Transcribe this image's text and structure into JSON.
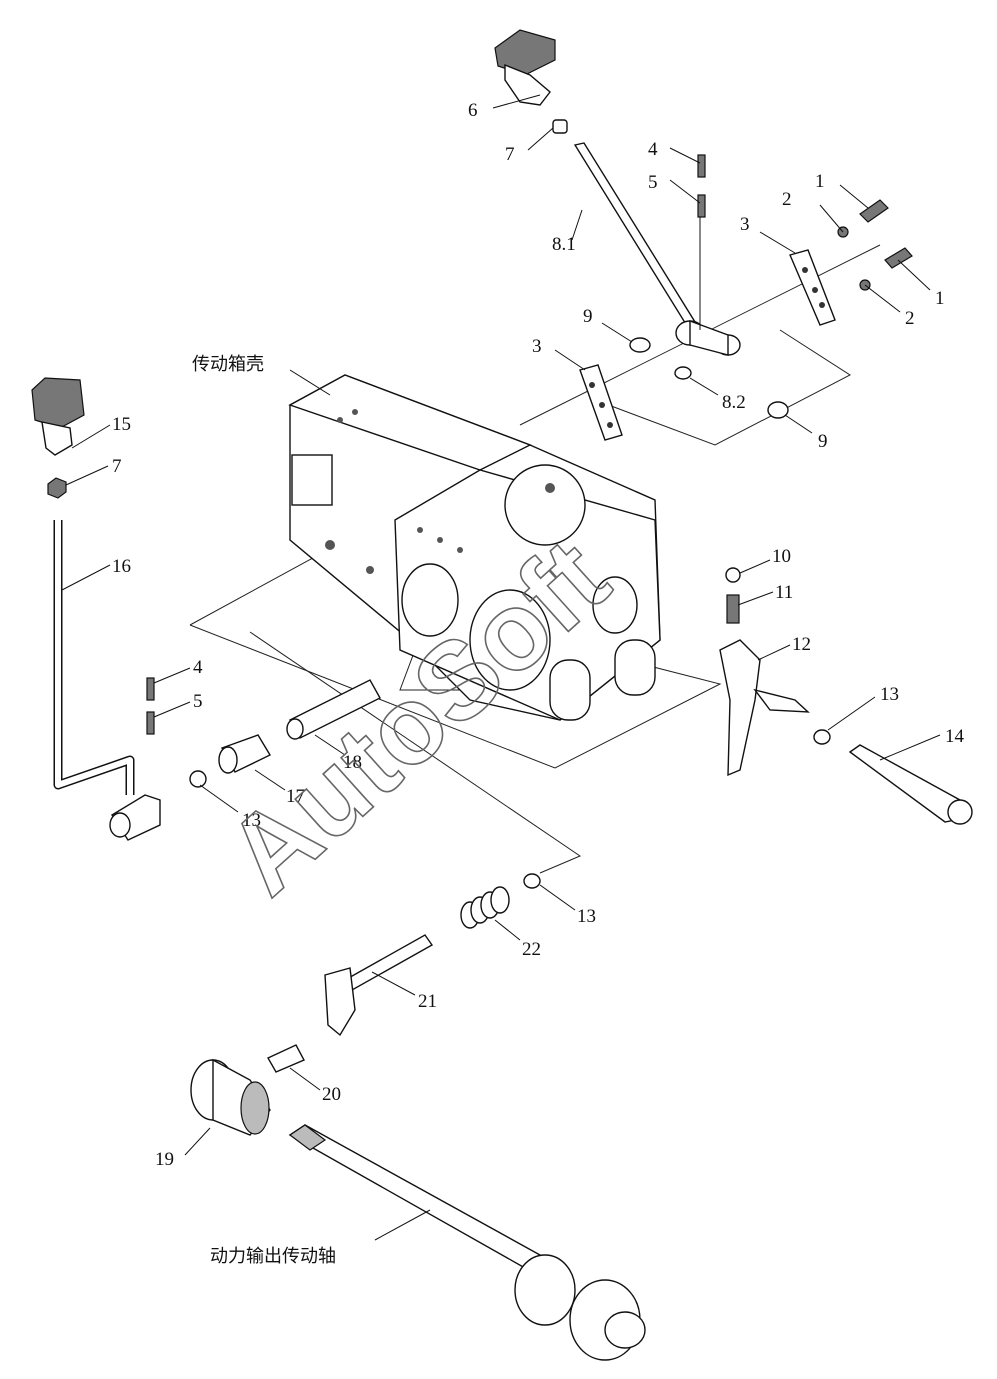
{
  "labels": {
    "p1a": "1",
    "p1b": "1",
    "p2a": "2",
    "p2b": "2",
    "p3a": "3",
    "p3b": "3",
    "p4a": "4",
    "p4b": "4",
    "p5a": "5",
    "p5b": "5",
    "p6": "6",
    "p7a": "7",
    "p7b": "7",
    "p8_1": "8.1",
    "p8_2": "8.2",
    "p9a": "9",
    "p9b": "9",
    "p10": "10",
    "p11": "11",
    "p12": "12",
    "p13a": "13",
    "p13b": "13",
    "p13c": "13",
    "p14": "14",
    "p15": "15",
    "p16": "16",
    "p17": "17",
    "p18": "18",
    "p19": "19",
    "p20": "20",
    "p21": "21",
    "p22": "22",
    "housing": "传动箱壳",
    "pto_shaft": "动力输出传动轴"
  },
  "watermark": "AutoSoft"
}
